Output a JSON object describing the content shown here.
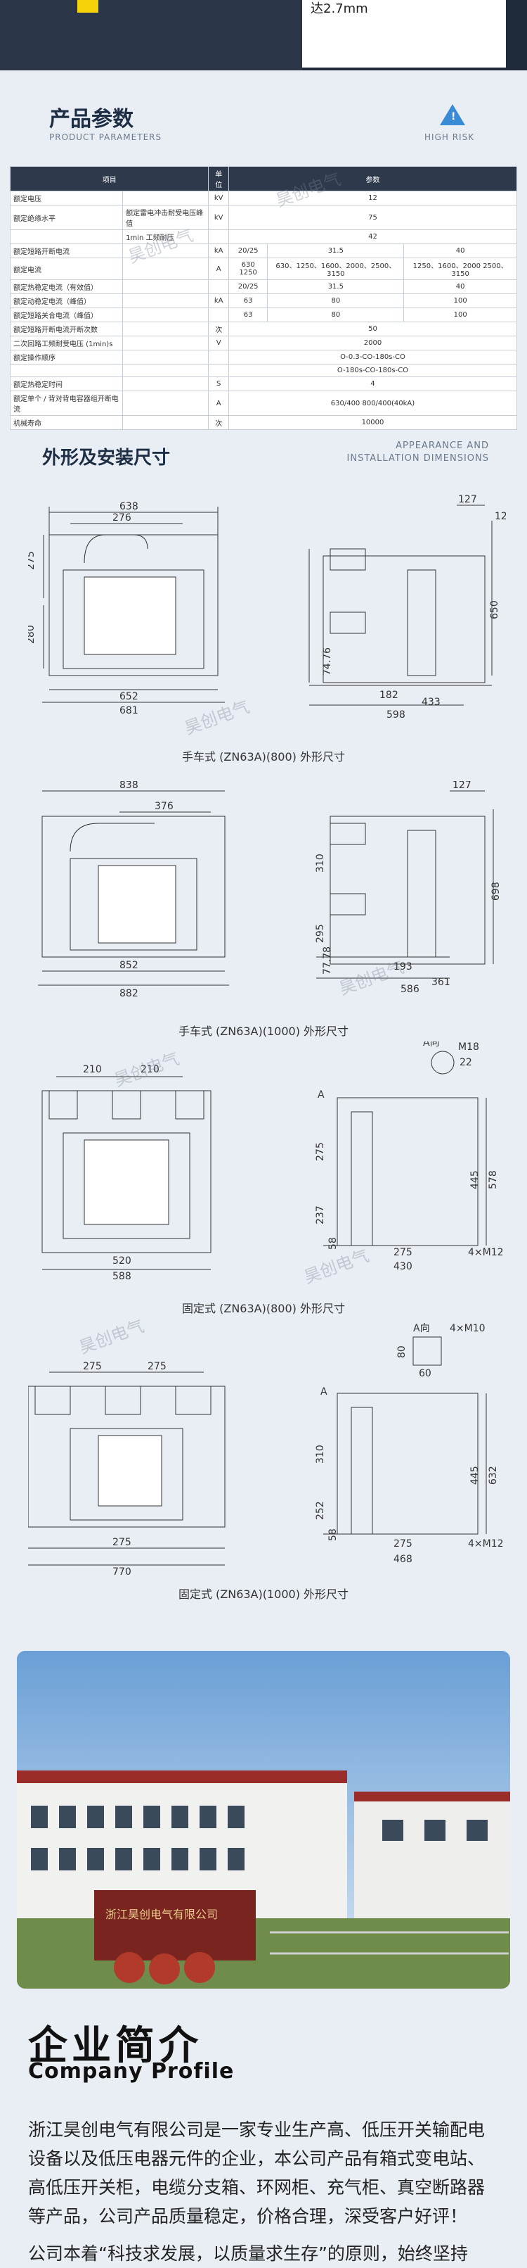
{
  "top": {
    "spec_text": "达2.7mm"
  },
  "params": {
    "title": "产品参数",
    "subtitle": "PRODUCT PARAMETERS",
    "risk_label": "HIGH RISK",
    "headers": [
      "项目",
      "单位",
      "参数"
    ],
    "rows": [
      [
        "额定电压",
        "",
        "kV",
        "12",
        "",
        ""
      ],
      [
        "额定绝缘水平",
        "额定雷电冲击耐受电压峰值",
        "kV",
        "75",
        "",
        ""
      ],
      [
        "",
        "1min 工频耐压",
        "",
        "42",
        "",
        ""
      ],
      [
        "额定短路开断电流",
        "",
        "kA",
        "20/25",
        "31.5",
        "40"
      ],
      [
        "额定电流",
        "",
        "A",
        "630 1250",
        "630、1250、1600、2000、2500、3150",
        "1250、1600、2000 2500、3150"
      ],
      [
        "额定热稳定电流（有效值）",
        "",
        "",
        "20/25",
        "31.5",
        "40"
      ],
      [
        "额定动稳定电流（峰值）",
        "",
        "kA",
        "63",
        "80",
        "100"
      ],
      [
        "额定短路关合电流（峰值）",
        "",
        "",
        "63",
        "80",
        "100"
      ],
      [
        "额定短路开断电流开断次数",
        "",
        "次",
        "50",
        "",
        ""
      ],
      [
        "二次回路工频耐受电压 (1min)s",
        "",
        "V",
        "2000",
        "",
        ""
      ],
      [
        "额定操作顺序",
        "",
        "",
        "O-0.3-CO-180s-CO",
        "",
        ""
      ],
      [
        "",
        "",
        "",
        "O-180s-CO-180s-CO",
        "",
        ""
      ],
      [
        "额定热稳定时间",
        "",
        "S",
        "4",
        "",
        ""
      ],
      [
        "额定单个 / 背对背电容器组开断电流",
        "",
        "A",
        "630/400 800/400(40kA)",
        "",
        ""
      ],
      [
        "机械寿命",
        "",
        "次",
        "10000",
        "",
        ""
      ]
    ]
  },
  "dimensions": {
    "title": "外形及安装尺寸",
    "subtitle_line1": "APPEARANCE AND",
    "subtitle_line2": "INSTALLATION DIMENSIONS",
    "captions": [
      "手车式 (ZN63A)(800) 外形尺寸",
      "手车式 (ZN63A)(1000) 外形尺寸",
      "固定式 (ZN63A)(800) 外形尺寸",
      "固定式 (ZN63A)(1000) 外形尺寸"
    ],
    "d1": {
      "w638": "638",
      "w276": "276",
      "w652": "652",
      "w681": "681",
      "h275": "275",
      "h280": "280",
      "s127": "127",
      "s12": "12",
      "s650": "650",
      "s74": "74.76",
      "s182": "182",
      "s433": "433",
      "s598": "598"
    },
    "d2": {
      "w838": "838",
      "w376": "376",
      "w852": "852",
      "w882": "882",
      "h310": "310",
      "h295": "295",
      "s127": "127",
      "s698": "698",
      "s77": "77.78",
      "s193": "193",
      "s361": "361",
      "s586": "586"
    },
    "d3": {
      "w210a": "210",
      "w210b": "210",
      "w520": "520",
      "w588": "588",
      "a": "A",
      "ah": "A向",
      "m18": "M18",
      "d22": "22",
      "h275": "275",
      "h237": "237",
      "h58": "58",
      "s445": "445",
      "s578": "578",
      "s275": "275",
      "s430": "430",
      "m12": "4×M12"
    },
    "d4": {
      "w275a": "275",
      "w275b": "275",
      "w275": "275",
      "w770": "770",
      "a": "A",
      "ah": "A向",
      "m10": "4×M10",
      "s80": "80",
      "s60": "60",
      "h310": "310",
      "h252": "252",
      "h58": "58",
      "s445": "445",
      "s632": "632",
      "s275": "275",
      "s468": "468",
      "m12": "4×M12"
    }
  },
  "watermark": "昊创电气",
  "photo": {
    "sign": "浙江昊创电气有限公司"
  },
  "company": {
    "title": "企业简介",
    "subtitle": "Company Profile",
    "text": "浙江昊创电气有限公司是一家专业生产高、低压开关输配电设备以及低压电器元件的企业，本公司产品有箱式变电站、高低压开关柜，电缆分支箱、环网柜、充气柜、真空断路器等产品，公司产品质量稳定，价格合理，深受客户好评！",
    "text2": "公司本着“科技求发展，以质量求生存”的原则，始终坚持"
  }
}
